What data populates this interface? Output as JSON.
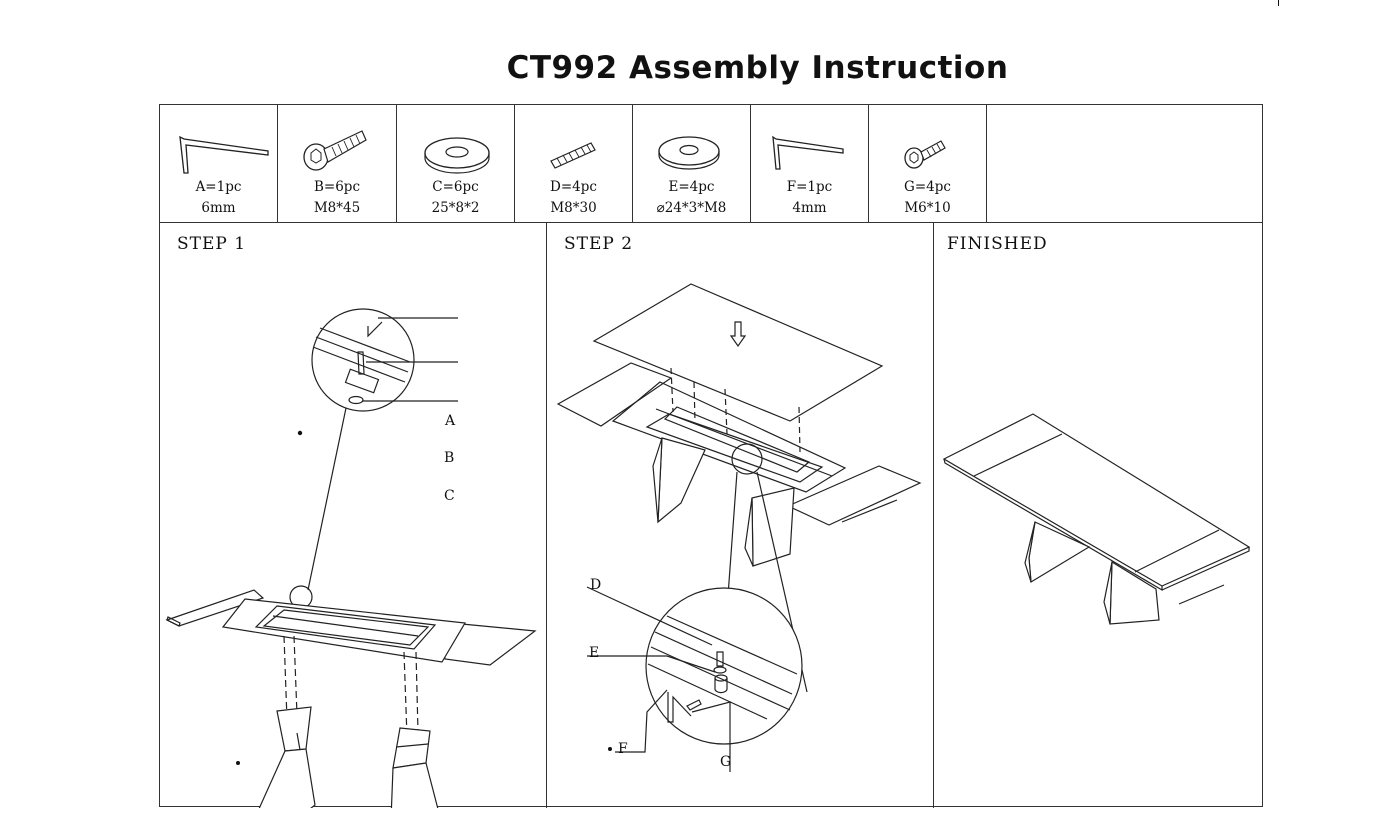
{
  "title": "CT992  Assembly Instruction",
  "parts": [
    {
      "label": "A=1pc",
      "spec": "6mm",
      "icon": "allen-key-icon"
    },
    {
      "label": "B=6pc",
      "spec": "M8*45",
      "icon": "socket-bolt-icon"
    },
    {
      "label": "C=6pc",
      "spec": "25*8*2",
      "icon": "flat-washer-icon"
    },
    {
      "label": "D=4pc",
      "spec": "M8*30",
      "icon": "threaded-rod-icon"
    },
    {
      "label": "E=4pc",
      "spec": "⌀24*3*M8",
      "icon": "flat-washer-icon"
    },
    {
      "label": "F=1pc",
      "spec": "4mm",
      "icon": "allen-key-icon"
    },
    {
      "label": "G=4pc",
      "spec": "M6*10",
      "icon": "socket-bolt-icon"
    }
  ],
  "steps": {
    "step1": {
      "title": "STEP  1",
      "callouts": [
        "A",
        "B",
        "C"
      ]
    },
    "step2": {
      "title": "STEP  2",
      "callouts": [
        "D",
        "E",
        "F",
        "G"
      ]
    },
    "finished": {
      "title": "FINISHED"
    }
  }
}
